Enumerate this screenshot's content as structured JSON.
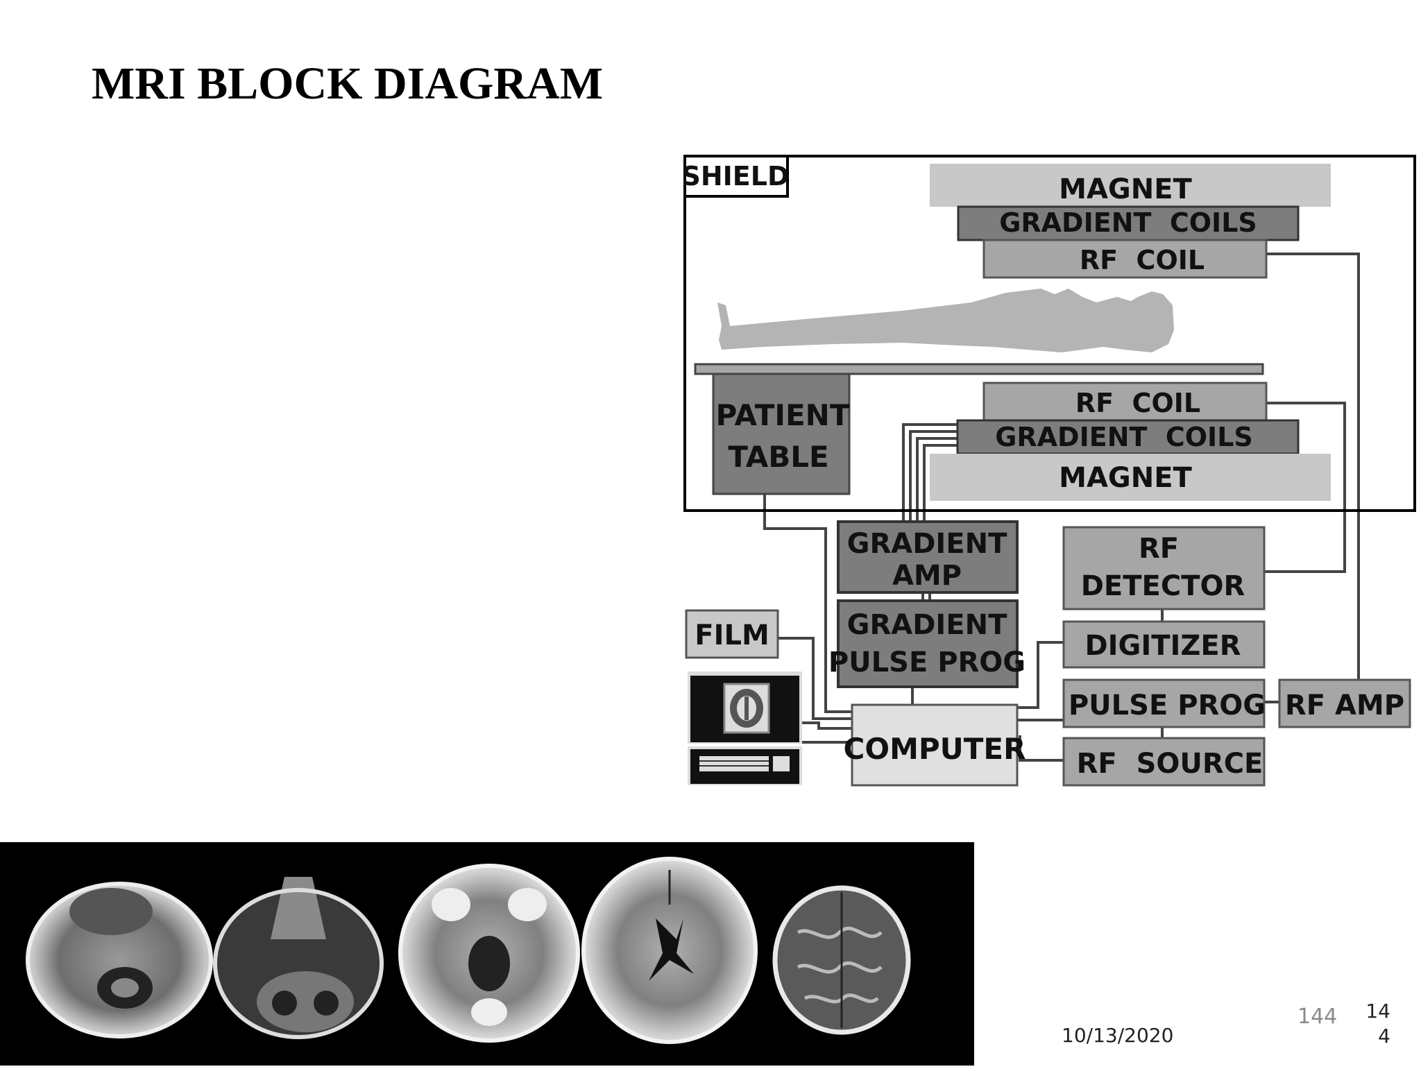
{
  "slide": {
    "title": "MRI BLOCK DIAGRAM",
    "date": "10/13/2020",
    "page_number": "144",
    "page_number_wrapped_line1": "14",
    "page_number_wrapped_line2": "4"
  },
  "diagram": {
    "shield": "SHIELD",
    "magnet_top": "MAGNET",
    "gradient_coils_top": "GRADIENT  COILS",
    "rf_coil_top": "RF  COIL",
    "rf_coil_bottom": "RF  COIL",
    "gradient_coils_bottom": "GRADIENT  COILS",
    "magnet_bottom": "MAGNET",
    "patient_table_line1": "PATIENT",
    "patient_table_line2": "TABLE",
    "gradient_amp_line1": "GRADIENT",
    "gradient_amp_line2": "AMP",
    "gradient_pulse_line1": "GRADIENT",
    "gradient_pulse_line2": "PULSE PROG",
    "rf_detector_line1": "RF",
    "rf_detector_line2": "DETECTOR",
    "digitizer": "DIGITIZER",
    "pulse_prog": "PULSE PROG",
    "rf_amp": "RF AMP",
    "rf_source": "RF  SOURCE",
    "film": "FILM",
    "computer": "COMPUTER"
  },
  "colors": {
    "light_gray": "#c8c8c8",
    "mid_gray": "#a6a6a6",
    "dark_gray": "#7d7d7d",
    "computer_fill": "#e0e0e0",
    "line": "#444444"
  }
}
